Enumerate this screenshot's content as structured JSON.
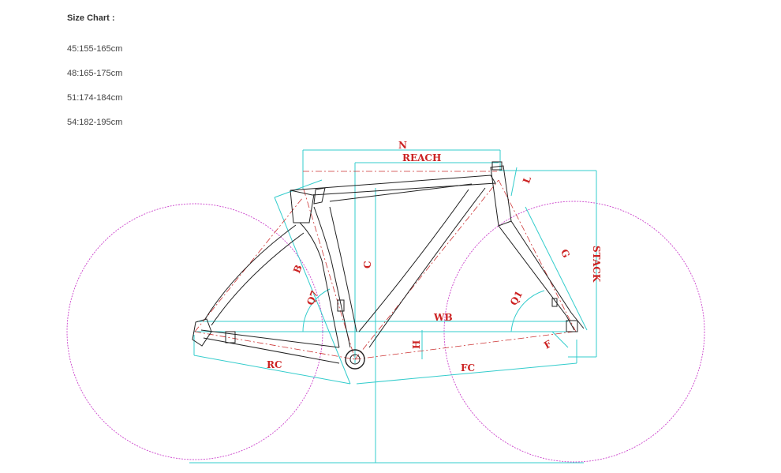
{
  "size_chart": {
    "title": "Size Chart :",
    "rows": [
      "45:155-165cm",
      "48:165-175cm",
      "51:174-184cm",
      "54:182-195cm"
    ]
  },
  "diagram": {
    "labels": {
      "n": "N",
      "reach": "REACH",
      "l": "L",
      "g": "G",
      "stack": "STACK",
      "b": "B",
      "c": "C",
      "q7": "Q7",
      "q1": "Q1",
      "wb": "WB",
      "h": "H",
      "f": "F",
      "rc": "RC",
      "fc": "FC"
    },
    "colors": {
      "dimension_line": "#33cccc",
      "wheel": "#cc44cc",
      "centerline": "#cc3333",
      "label": "#cc2222",
      "frame": "#222222"
    }
  }
}
